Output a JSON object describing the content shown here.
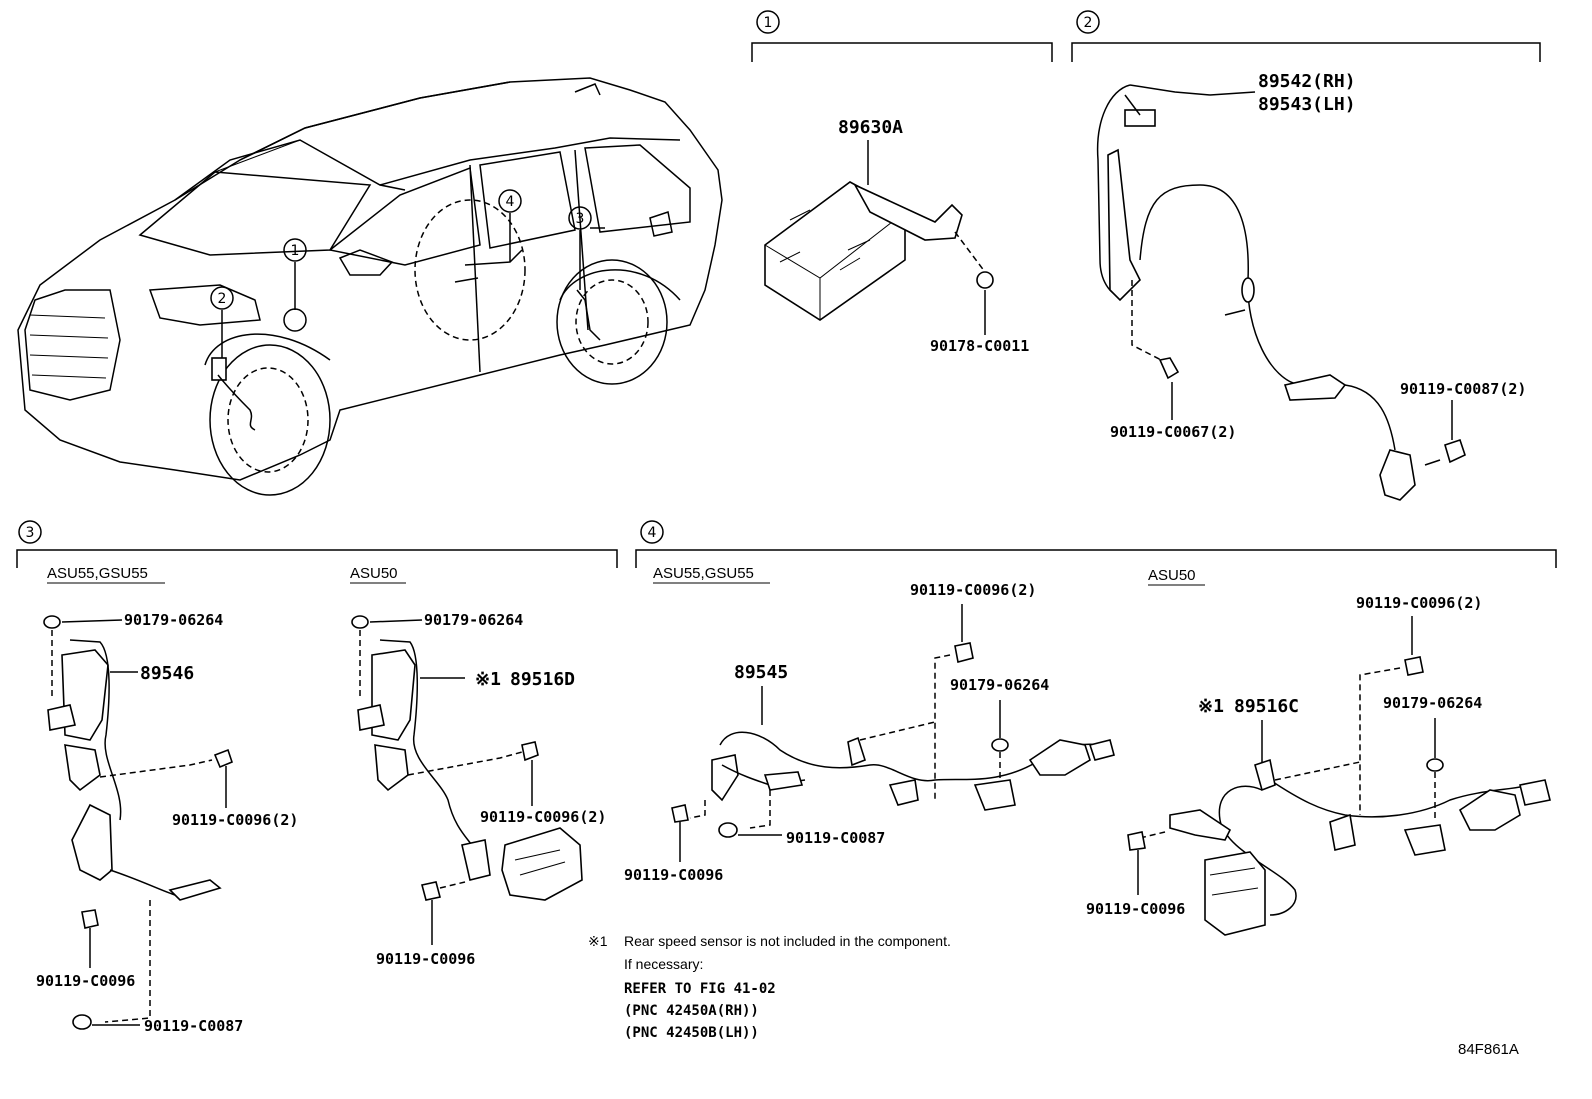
{
  "section_numbers": [
    "1",
    "2",
    "3",
    "4"
  ],
  "section1": {
    "part_main": "89630A",
    "part_clip": "90178-C0011"
  },
  "section2": {
    "part_rh": "89542(RH)",
    "part_lh": "89543(LH)",
    "bolt_a": "90119-C0067(2)",
    "bolt_b": "90119-C0087(2)"
  },
  "section3": {
    "left": {
      "variant": "ASU55,GSU55",
      "nut": "90179-06264",
      "sensor": "89546",
      "bolt_a": "90119-C0096(2)",
      "bolt_b": "90119-C0096",
      "bolt_c": "90119-C0087"
    },
    "right": {
      "variant": "ASU50",
      "nut": "90179-06264",
      "mark": "※1",
      "sensor": "89516D",
      "bolt_a": "90119-C0096(2)",
      "bolt_b": "90119-C0096"
    }
  },
  "section4": {
    "left": {
      "variant": "ASU55,GSU55",
      "bolt_top": "90119-C0096(2)",
      "sensor": "89545",
      "nut": "90179-06264",
      "bolt_a": "90119-C0087",
      "bolt_b": "90119-C0096"
    },
    "right": {
      "variant": "ASU50",
      "bolt_top": "90119-C0096(2)",
      "mark": "※1",
      "sensor": "89516C",
      "nut": "90179-06264",
      "bolt_a": "90119-C0096"
    }
  },
  "note": {
    "mark": "※1",
    "line1": "Rear speed sensor is not included in the component.",
    "line2": "If necessary:",
    "line3": "REFER TO FIG 41-02",
    "line4": "(PNC 42450A(RH))",
    "line5": "(PNC 42450B(LH))"
  },
  "figure_id": "84F861A"
}
